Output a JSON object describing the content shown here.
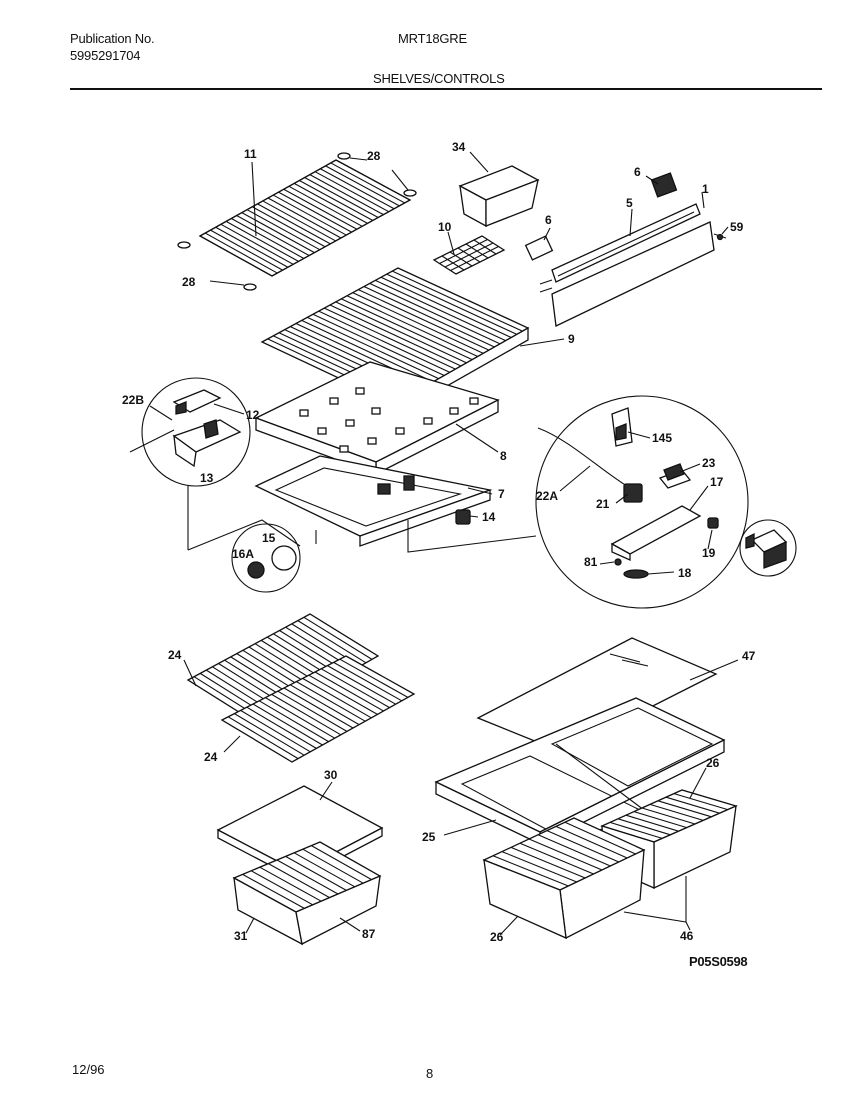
{
  "header": {
    "publication_label": "Publication No.",
    "publication_number": "5995291704",
    "model": "MRT18GRE",
    "section_title": "SHELVES/CONTROLS"
  },
  "footer": {
    "date": "12/96",
    "page_number": "8"
  },
  "figure_code": "P05S0598",
  "callouts": {
    "c11": "11",
    "c28a": "28",
    "c28b": "28",
    "c34": "34",
    "c6a": "6",
    "c10": "10",
    "c6b": "6",
    "c5": "5",
    "c1": "1",
    "c59": "59",
    "c9": "9",
    "c22b": "22B",
    "c12": "12",
    "c13": "13",
    "c8": "8",
    "c145": "145",
    "c23": "23",
    "c22a": "22A",
    "c21": "21",
    "c17": "17",
    "c7": "7",
    "c14": "14",
    "c15": "15",
    "c16a": "16A",
    "c81": "81",
    "c18": "18",
    "c19": "19",
    "c24a": "24",
    "c24b": "24",
    "c47": "47",
    "c30": "30",
    "c26a": "26",
    "c25": "25",
    "c31": "31",
    "c87": "87",
    "c26b": "26",
    "c46": "46"
  }
}
